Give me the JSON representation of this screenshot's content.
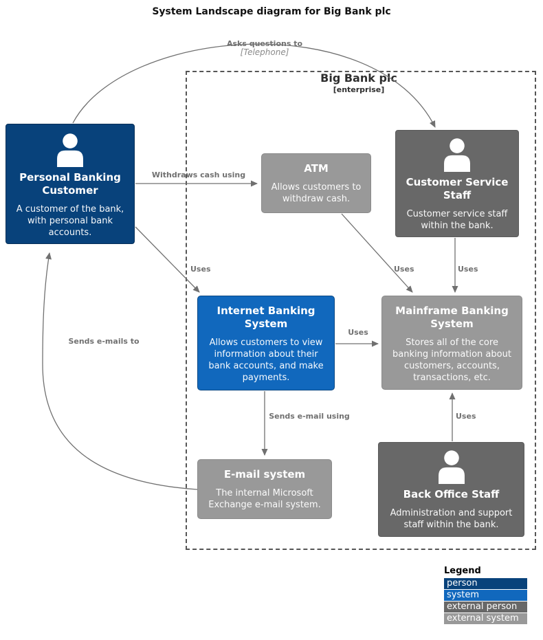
{
  "title": "System Landscape diagram for Big Bank plc",
  "boundary": {
    "name": "Big Bank plc",
    "meta": "[enterprise]"
  },
  "palette": {
    "person": "#08427b",
    "system": "#1168bd",
    "external_person": "#686868",
    "external_system": "#999999",
    "arrow": "#707070"
  },
  "elements": {
    "personal_banking_customer": {
      "name": "Personal Banking Customer",
      "description": "A customer of the bank, with personal bank accounts."
    },
    "atm": {
      "name": "ATM",
      "description": "Allows customers to withdraw cash."
    },
    "customer_service_staff": {
      "name": "Customer Service Staff",
      "description": "Customer service staff within the bank."
    },
    "internet_banking_system": {
      "name": "Internet Banking System",
      "description": "Allows customers to view information about their bank accounts, and make payments."
    },
    "mainframe_banking_system": {
      "name": "Mainframe Banking System",
      "description": "Stores all of the core banking information about customers, accounts, transactions, etc."
    },
    "email_system": {
      "name": "E-mail system",
      "description": "The internal Microsoft Exchange e-mail system."
    },
    "back_office_staff": {
      "name": "Back Office Staff",
      "description": "Administration and support staff within the bank."
    }
  },
  "relationships": {
    "asks_questions": {
      "label": "Asks questions to",
      "meta": "[Telephone]"
    },
    "withdraws_cash": {
      "label": "Withdraws cash using"
    },
    "customer_uses_ibs": {
      "label": "Uses"
    },
    "atm_uses_mainframe": {
      "label": "Uses"
    },
    "css_uses_mainframe": {
      "label": "Uses"
    },
    "ibs_uses_mainframe": {
      "label": "Uses"
    },
    "sends_email_using": {
      "label": "Sends e-mail using"
    },
    "bos_uses_mainframe": {
      "label": "Uses"
    },
    "sends_emails_to": {
      "label": "Sends e-mails to"
    }
  },
  "legend": {
    "title": "Legend",
    "items": [
      {
        "label": "person",
        "color": "#08427b"
      },
      {
        "label": "system",
        "color": "#1168bd"
      },
      {
        "label": "external person",
        "color": "#686868"
      },
      {
        "label": "external system",
        "color": "#999999"
      }
    ]
  }
}
